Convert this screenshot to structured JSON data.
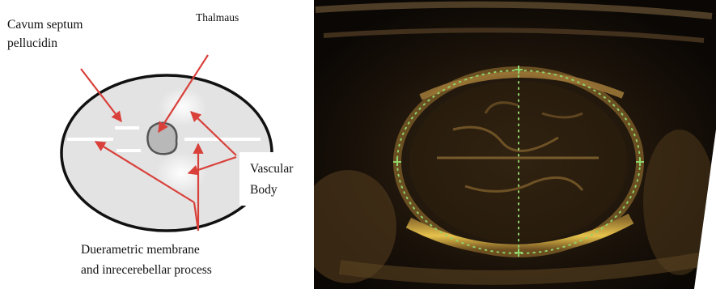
{
  "diagram": {
    "labels": {
      "cavum_line1": "Cavum septum",
      "cavum_line2": "pellucidin",
      "thalamus": "Thalmaus",
      "vascular_line1": "Vascular",
      "vascular_line2": "Body",
      "dura_line1": "Duerametric membrane",
      "dura_line2": "and inrecerebellar process"
    },
    "colors": {
      "arrow": "#d9403a",
      "skull_outline": "#111111",
      "brain_fill": "#e3e3e3",
      "thalamus_fill": "#b8b8b8",
      "thalamus_outline": "#555555",
      "caliper": "#8fd46a",
      "echo_band": "#e6c24c"
    }
  }
}
